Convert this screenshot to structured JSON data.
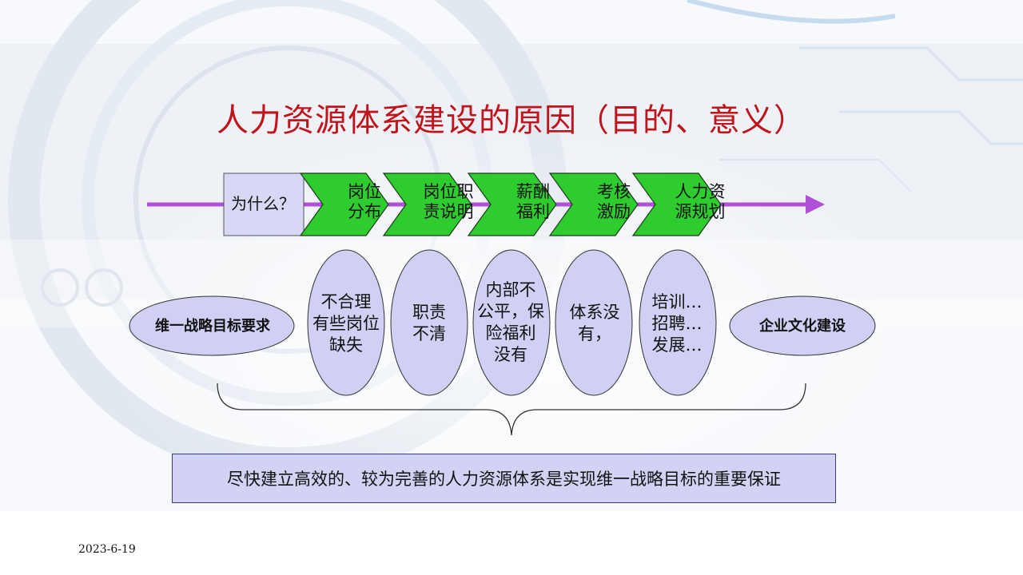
{
  "title": "人力资源体系建设的原因（目的、意义）",
  "why_box": "为什么？",
  "steps": [
    {
      "line1": "岗位",
      "line2": "分布"
    },
    {
      "line1": "岗位职",
      "line2": "责说明"
    },
    {
      "line1": "薪酬",
      "line2": "福利"
    },
    {
      "line1": "考核",
      "line2": "激励"
    },
    {
      "line1": "人力资",
      "line2": "源规划"
    }
  ],
  "left_ellipse": "维一战略目标要求",
  "right_ellipse": "企业文化建设",
  "problems": [
    [
      "不合理",
      "有些岗位",
      "缺失"
    ],
    [
      "职责",
      "不清"
    ],
    [
      "内部不",
      "公平，保",
      "险福利",
      "没有"
    ],
    [
      "体系没",
      "有，"
    ],
    [
      "培训…",
      "招聘…",
      "发展…"
    ]
  ],
  "conclusion": "尽快建立高效的、较为完善的人力资源体系是实现维一战略目标的重要保证",
  "date": "2023-6-19",
  "colors": {
    "title": "#c0141c",
    "chevron": "#2ecc2e",
    "ellipse": "#d0d0f4",
    "arrow": "#b050d8",
    "box": "#d2d2f4"
  }
}
